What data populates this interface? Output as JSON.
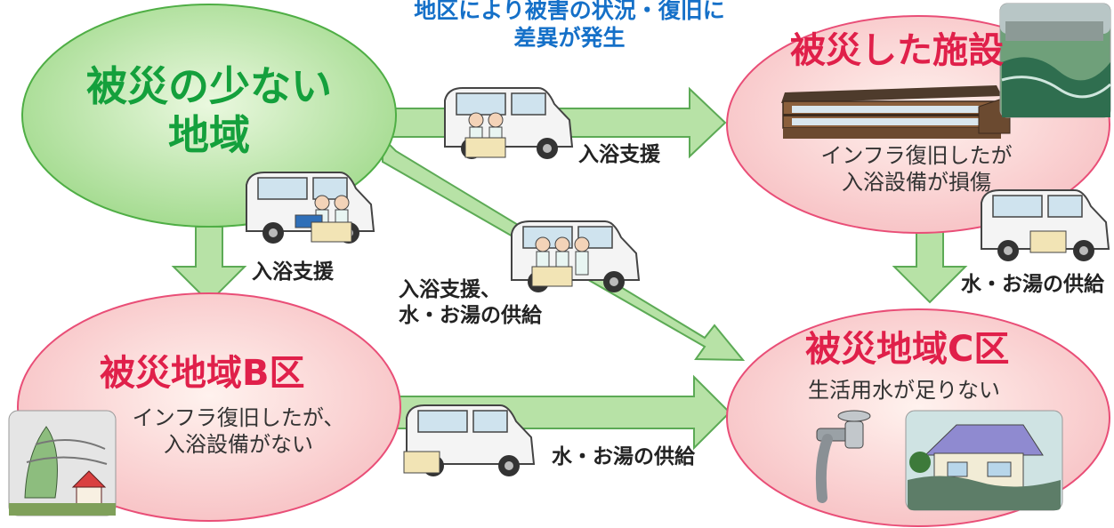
{
  "top_note": {
    "line1": "地区により被害の状況・復旧に",
    "line2": "差異が発生"
  },
  "region_a": {
    "title_line1": "被災の少ない",
    "title_line2": "地域"
  },
  "facility": {
    "title": "被災した施設",
    "desc_line1": "インフラ復旧したが",
    "desc_line2": "入浴設備が損傷"
  },
  "region_b": {
    "title": "被災地域B区",
    "desc_line1": "インフラ復旧したが、",
    "desc_line2": "入浴設備がない"
  },
  "region_c": {
    "title": "被災地域C区",
    "desc": "生活用水が足りない"
  },
  "labels": {
    "a_to_facility": "入浴支援",
    "a_to_b": "入浴支援",
    "a_to_c_line1": "入浴支援、",
    "a_to_c_line2": "水・お湯の供給",
    "facility_to_c": "水・お湯の供給",
    "b_to_c": "水・お湯の供給"
  },
  "colors": {
    "green_ellipse": "#9fd98a",
    "pink_ellipse": "#f7c6c8",
    "ellipse_border": "#e94e77",
    "arrow_fill": "#b7e2a6",
    "arrow_stroke": "#5caa55",
    "title_green": "#14a03c",
    "title_red": "#e0204a",
    "top_note": "#1570c8"
  }
}
